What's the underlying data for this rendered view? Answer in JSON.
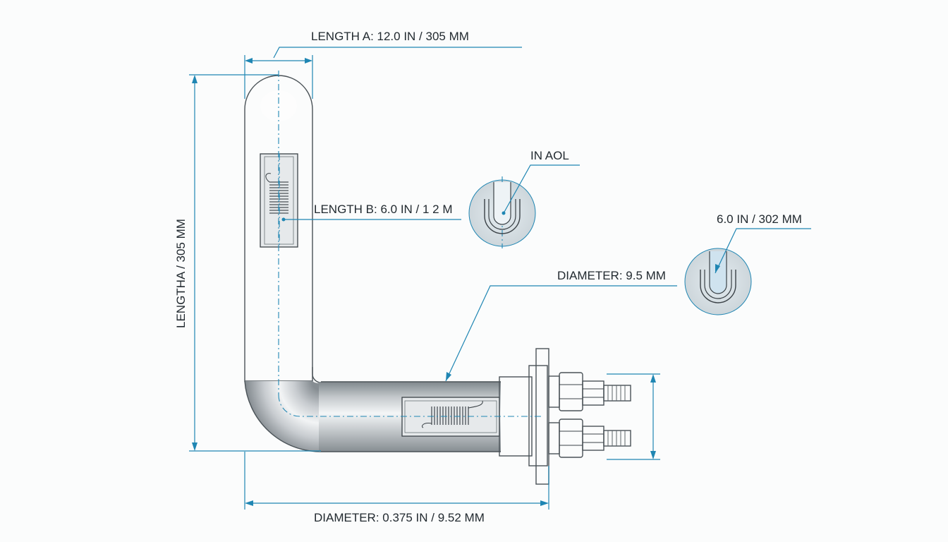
{
  "labels": {
    "length_a_top": "LENGTH A: 12.0 IN / 305 MM",
    "length_a_side": "LENGTHA / 305 MM",
    "length_b": "LENGTH B: 6.0 IN / 1 2 M",
    "callout_top": "IN AOL",
    "callout_right": "6.0 IN / 302 MM",
    "diameter_mid": "DIAMETER:  9.5 MM",
    "diameter_bottom": "DIAMETER: 0.375 IN / 9.52 MM"
  },
  "colors": {
    "dimension_line": "#1f86b3",
    "background": "#fbfcfc",
    "label_text": "#222a30",
    "metal_mid": "#c9cdd0",
    "metal_dark": "#8f969b",
    "detail_fill": "#d8e2e7"
  }
}
